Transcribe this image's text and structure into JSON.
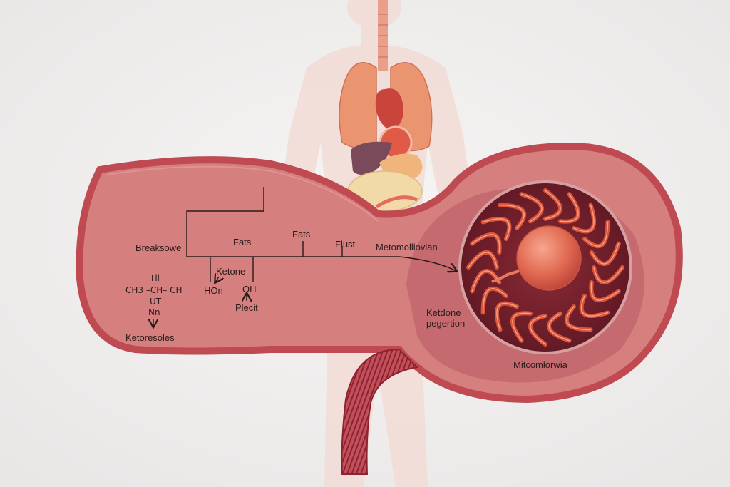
{
  "labels": {
    "breaksowe": "Breaksowe",
    "fats_1": "Fats",
    "fats_2": "Fats",
    "flust": "Flust",
    "metomolliovian": "Metomolliovian",
    "ketone": "Ketone",
    "hon": "HOn",
    "oh": "OH",
    "plecit": "Plecit",
    "formula_top": "Tll",
    "formula_main": "CH3 –CH– CH",
    "formula_ut": "UT",
    "formula_nn": "Nn",
    "ketoresoles": "Ketoresoles",
    "ketdone": "Ketdone",
    "pegertion": "pegertion",
    "mitocomlorwia": "Mitcomlorwia"
  },
  "colors": {
    "background": "#f1f0ef",
    "silhouette": "#f2dcd6",
    "tube_fill": "#d57f7f",
    "tube_wall": "#bf4a51",
    "wall_stripes": "#8e2230",
    "cell_interior": "#6e1f2a",
    "nucleus": "#e0674f",
    "mitochondria": "#d9543a",
    "lungs": "#ea9570",
    "heart": "#c9443a",
    "liver": "#7a4a5b",
    "stomach": "#f0b57b",
    "intestine": "#f2d9a8",
    "line": "#2a1a1a"
  }
}
